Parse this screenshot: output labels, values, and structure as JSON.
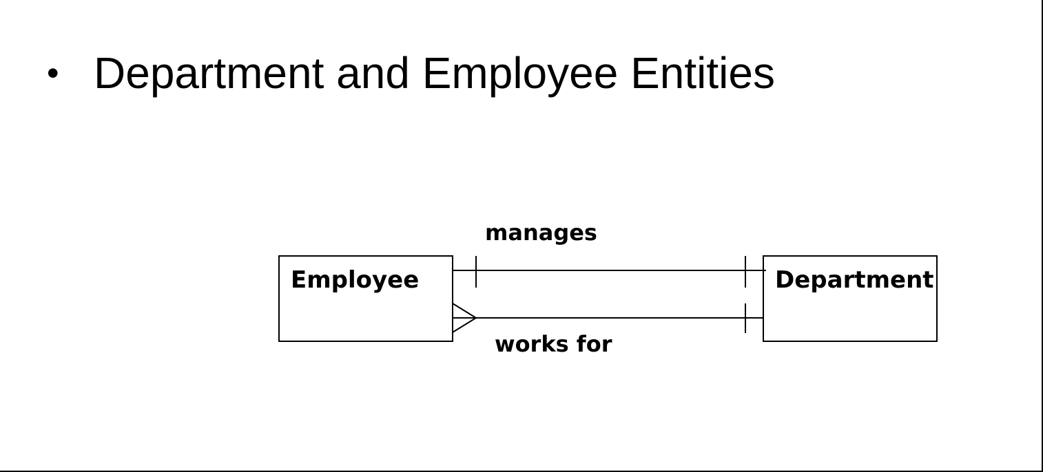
{
  "slide": {
    "bullet": "•",
    "heading": "Department and Employee Entities"
  },
  "diagram": {
    "entities": [
      {
        "id": "employee",
        "label": "Employee"
      },
      {
        "id": "department",
        "label": "Department"
      }
    ],
    "relationships": [
      {
        "id": "manages",
        "label": "manages",
        "from": "employee",
        "to": "department",
        "from_cardinality": "one",
        "to_cardinality": "one-and-only-one"
      },
      {
        "id": "works_for",
        "label": "works for",
        "from": "employee",
        "to": "department",
        "from_cardinality": "many",
        "to_cardinality": "one-and-only-one"
      }
    ]
  }
}
